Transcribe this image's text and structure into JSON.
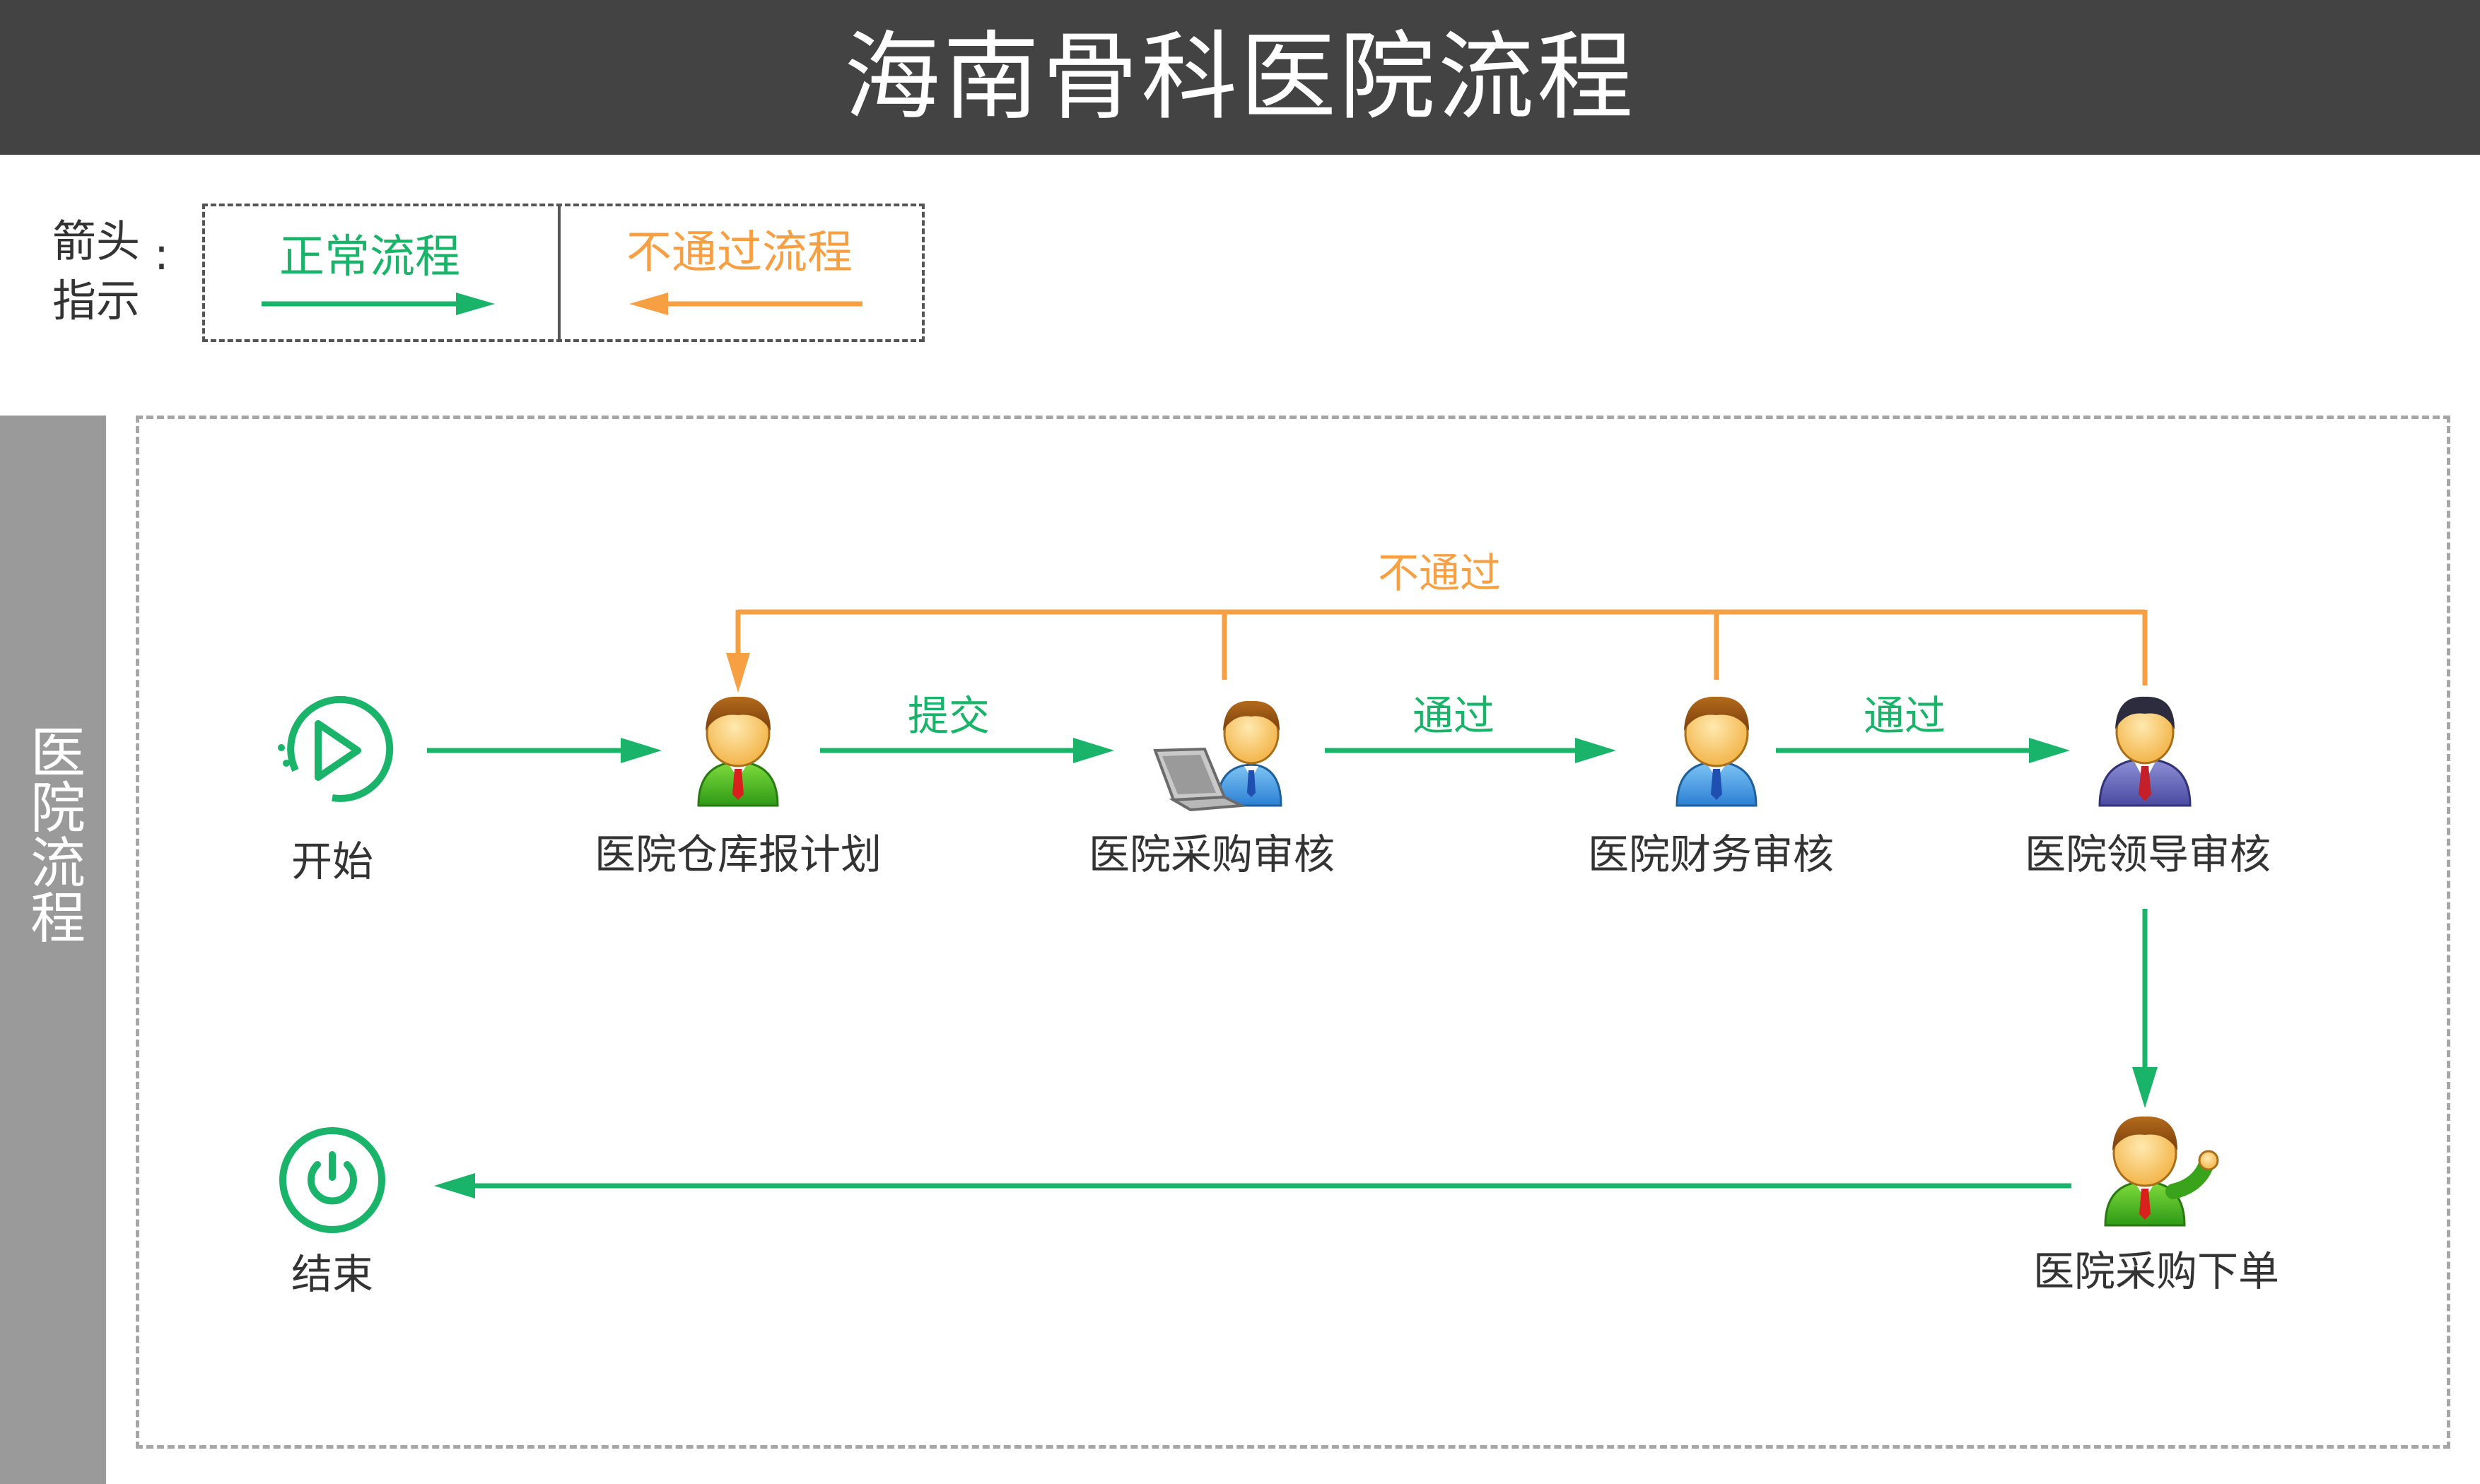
{
  "title": "海南骨科医院流程",
  "legend": {
    "label_line1": "箭头",
    "label_line2": "指示",
    "colon": ":",
    "normal_label": "正常流程",
    "reject_label": "不通过流程"
  },
  "lane_label": "医院流程",
  "colors": {
    "green": "#19b46a",
    "orange": "#f7a043",
    "title_bg": "#434343",
    "lane_bg": "#9a9a9a"
  },
  "nodes": {
    "start": "开始",
    "warehouse_plan": "医院仓库报计划",
    "purchase_review": "医院采购审核",
    "finance_review": "医院财务审核",
    "leader_review": "医院领导审核",
    "purchase_order": "医院采购下单",
    "end": "结束"
  },
  "edges": {
    "submit": "提交",
    "pass_1": "通过",
    "pass_2": "通过",
    "reject": "不通过"
  },
  "icons": {
    "start": "play-circle-icon",
    "end": "power-icon",
    "warehouse_plan": "person-green-icon",
    "purchase_review": "person-laptop-icon",
    "finance_review": "person-blue-icon",
    "leader_review": "person-manager-icon",
    "purchase_order": "person-waving-icon"
  }
}
